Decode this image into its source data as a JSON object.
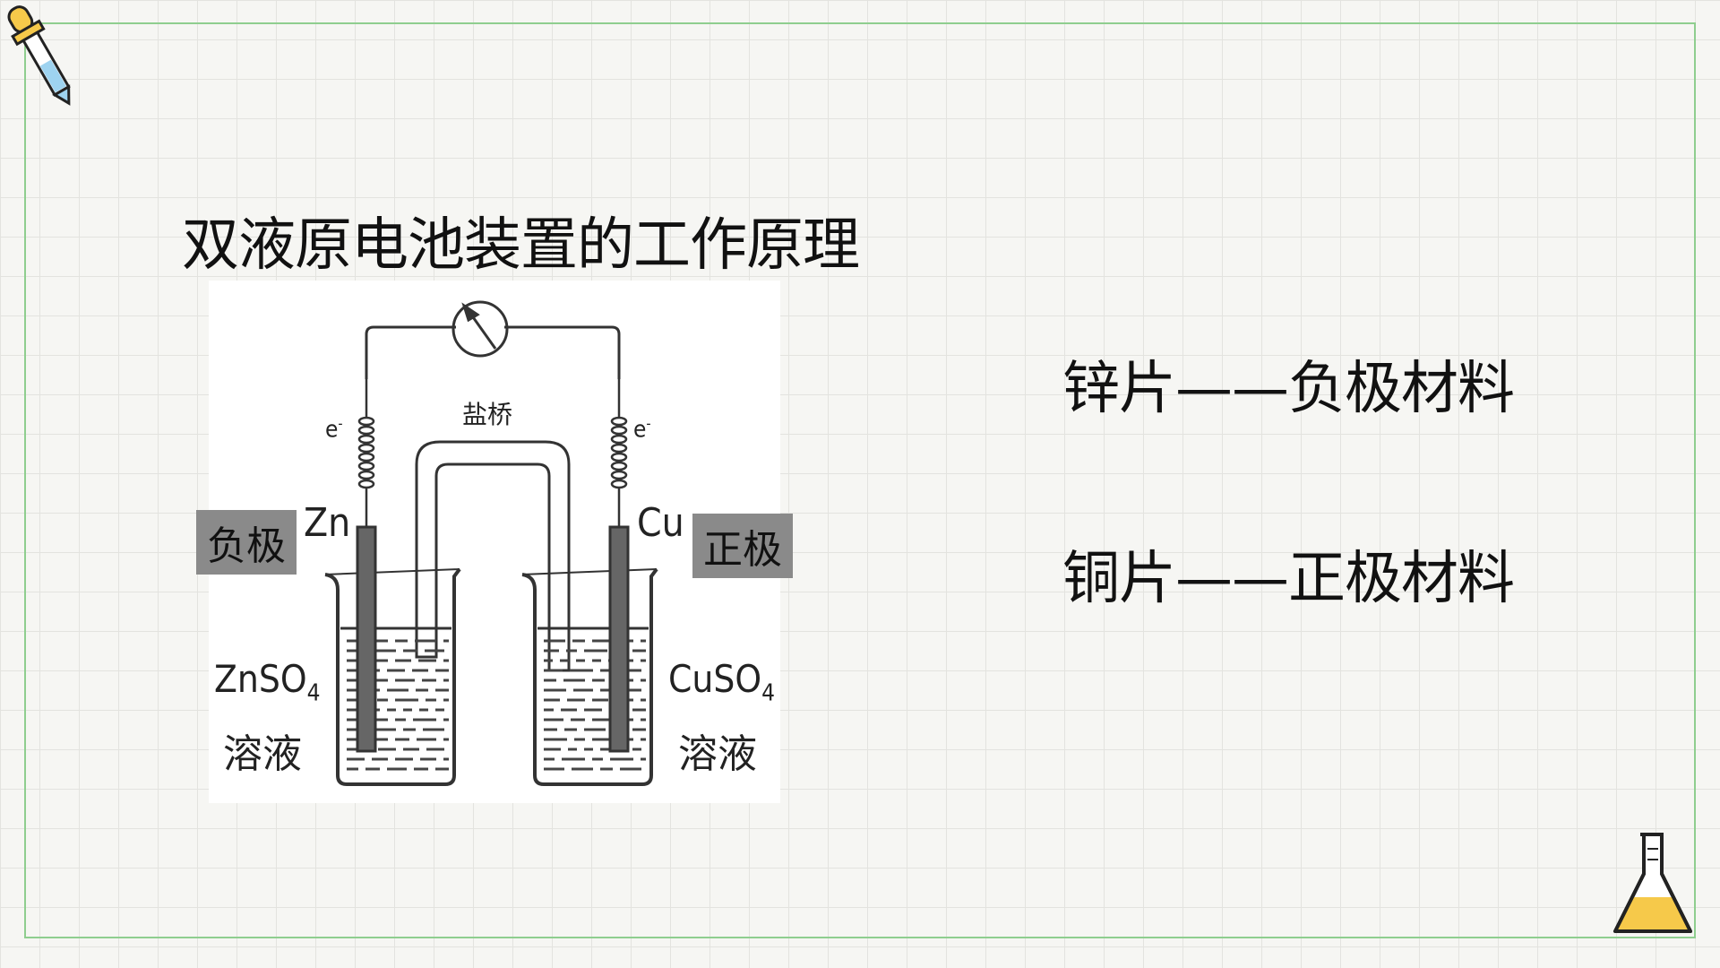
{
  "title": "双液原电池装置的工作原理",
  "diagram": {
    "salt_bridge_label": "盐桥",
    "electron_left": "e",
    "electron_right": "e",
    "electron_charge": "-",
    "zn_label": "Zn",
    "cu_label": "Cu",
    "zn_solution_formula": "ZnSO",
    "cu_solution_formula": "CuSO",
    "subscript": "4",
    "solution_word": "溶液",
    "negative_electrode": "负极",
    "positive_electrode": "正极"
  },
  "notes": [
    {
      "text": "锌片——负极材料"
    },
    {
      "text": "铜片——正极材料"
    }
  ],
  "icons": [
    "dropper-icon",
    "flask-icon"
  ],
  "colors": {
    "border": "#8fce8f",
    "label_box": "#8a8a8a",
    "flask_liquid": "#f6c94a",
    "dropper_tip": "#9ed3f0"
  }
}
